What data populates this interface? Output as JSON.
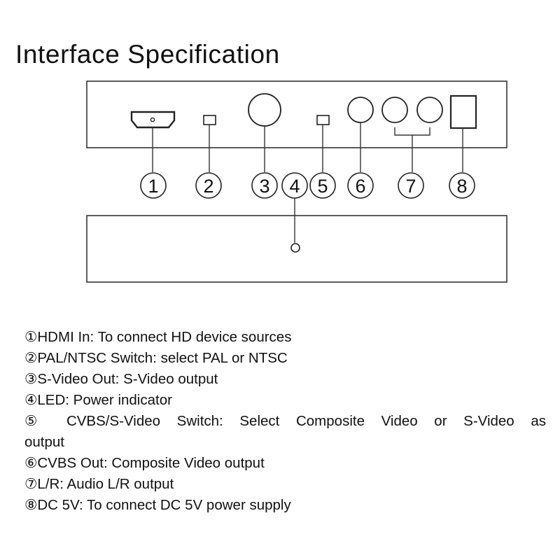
{
  "title": "Interface Specification",
  "callouts": [
    "1",
    "2",
    "3",
    "4",
    "5",
    "6",
    "7",
    "8"
  ],
  "legend": [
    "①HDMI In: To connect HD device sources",
    "②PAL/NTSC Switch: select PAL or NTSC",
    "③S-Video Out: S-Video output",
    "④LED: Power indicator",
    "⑤ CVBS/S-Video  Switch:  Select  Composite  Video  or  S-Video  as output",
    "⑥CVBS Out: Composite Video output",
    "⑦L/R: Audio L/R output",
    "⑧DC 5V: To connect DC 5V power supply"
  ],
  "legend_item5_line1": "⑤ CVBS/S-Video Switch: Select Composite Video or S-Video as",
  "legend_item5_line2": "output"
}
